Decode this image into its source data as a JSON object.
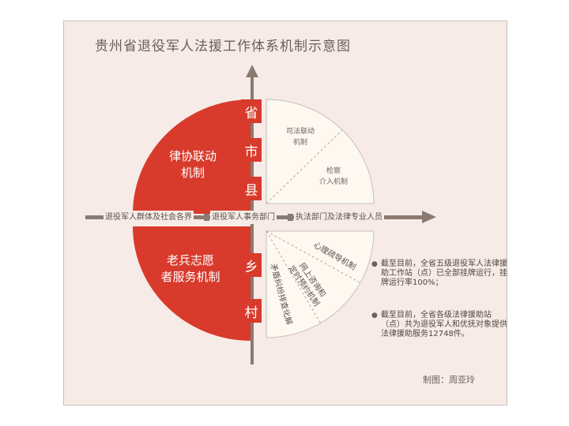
{
  "title": "贵州省退役军人法援工作体系机制示意图",
  "admin_levels": [
    "省",
    "市",
    "县",
    "乡",
    "村"
  ],
  "quadrants": {
    "top_left": "律协联动\n机制",
    "bottom_left": "老兵志愿\n者服务机制"
  },
  "sectors_top_right": [
    "司法联动\n机制",
    "检察\n介入机制"
  ],
  "sectors_bottom_right": [
    "心理疏导机制",
    "网上咨询和\n定时预约机制",
    "矛盾纠纷排查化解"
  ],
  "axis_labels": [
    "退役军人群体及社会各界",
    "退役军人事务部门",
    "执法部门及法律专业人员"
  ],
  "notes": [
    "截至目前，全省五级退役军人法律援助工作站（点）已全部挂牌运行，挂牌运行率100%；",
    "截至目前，全省各级法律援助站（点）共为退役军人和优抚对象提供法律援助服务12748件。"
  ],
  "credit": "制图：周亚玲",
  "colors": {
    "red": "#d83a2c",
    "cream": "#fdf8f0",
    "axis": "#8a7a72",
    "background": "#f6ebe6"
  }
}
